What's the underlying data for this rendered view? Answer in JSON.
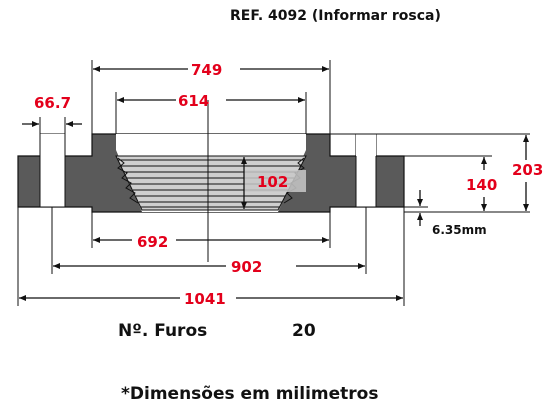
{
  "header": {
    "reference": "REF. 4092 (Informar rosca)"
  },
  "dimensions": {
    "d749": "749",
    "d614": "614",
    "d66_7": "66.7",
    "d102": "102",
    "d140": "140",
    "d203": "203",
    "d6_35": "6.35mm",
    "d692": "692",
    "d902": "902",
    "d1041": "1041"
  },
  "holes": {
    "label": "Nº. Furos",
    "count": "20"
  },
  "footer": {
    "note": "*Dimensões em milimetros"
  },
  "colors": {
    "body": "#5a5a5a",
    "dimension_text": "#e3001b",
    "thread_band": "#c8c8c8"
  }
}
